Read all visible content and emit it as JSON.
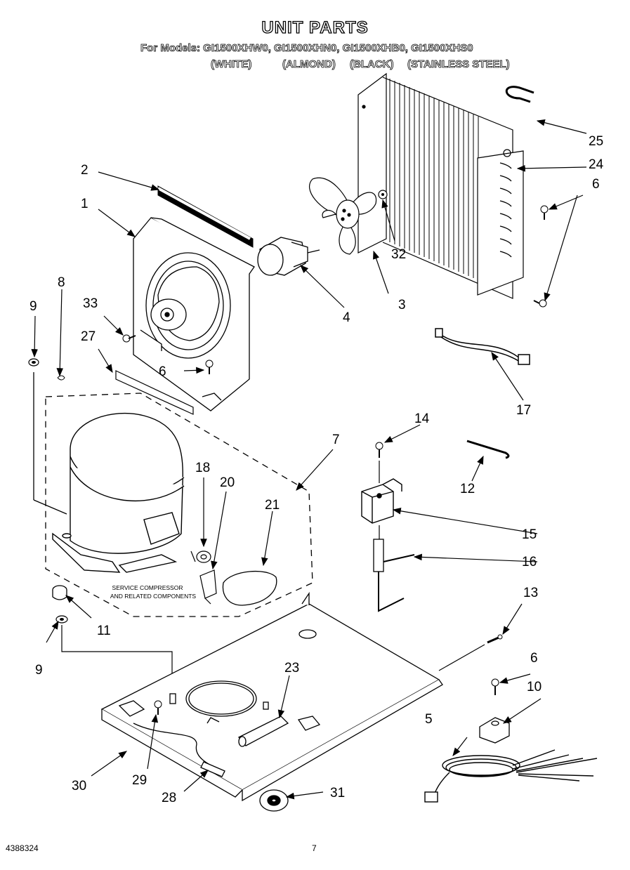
{
  "header": {
    "title": "UNIT PARTS",
    "models_line": "For Models: GI1500XHW0, GI1500XHN0, GI1500XHB0, GI1500XHS0",
    "colors": [
      "(WHITE)",
      "(ALMOND)",
      "(BLACK)",
      "(STAINLESS STEEL)"
    ]
  },
  "callouts": {
    "c1": "1",
    "c2": "2",
    "c3": "3",
    "c4": "4",
    "c5": "5",
    "c6a": "6",
    "c6b": "6",
    "c6c": "6",
    "c7": "7",
    "c8": "8",
    "c9a": "9",
    "c9b": "9",
    "c10": "10",
    "c11": "11",
    "c12": "12",
    "c13": "13",
    "c14": "14",
    "c15": "15",
    "c16": "16",
    "c17": "17",
    "c18": "18",
    "c20": "20",
    "c21": "21",
    "c23": "23",
    "c24": "24",
    "c25": "25",
    "c27": "27",
    "c28": "28",
    "c29": "29",
    "c30": "30",
    "c31": "31",
    "c32": "32",
    "c33": "33"
  },
  "service_note": {
    "line1": "SERVICE COMPRESSOR",
    "line2": "AND RELATED COMPONENTS"
  },
  "footer": {
    "doc_number": "4388324",
    "page_number": "7"
  }
}
